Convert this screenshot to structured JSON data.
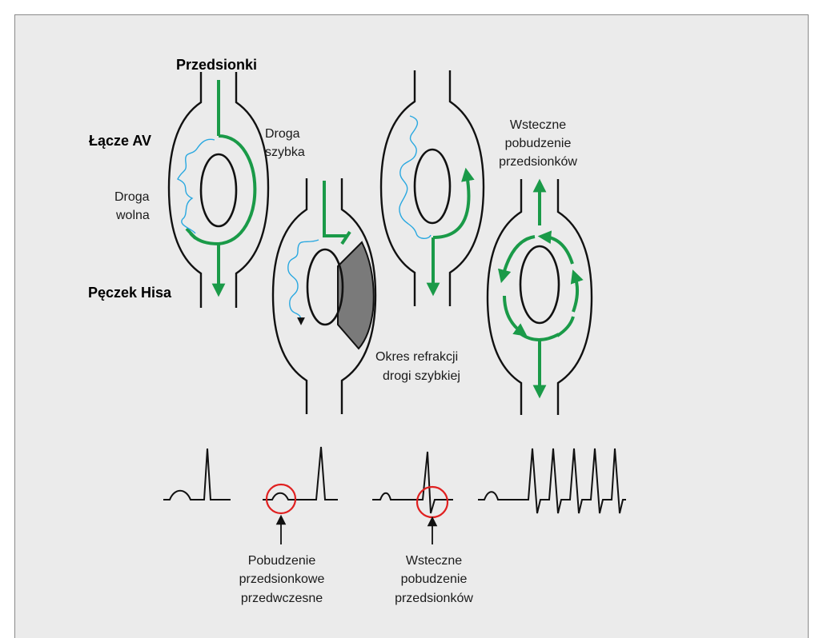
{
  "labels": {
    "przedsionki": "Przedsionki",
    "lacze_av": "Łącze AV",
    "droga_szybka_1": "Droga",
    "droga_szybka_2": "szybka",
    "droga_wolna_1": "Droga",
    "droga_wolna_2": "wolna",
    "peczek_hisa": "Pęczek Hisa",
    "okres_refrakcji_1": "Okres refrakcji",
    "okres_refrakcji_2": "drogi szybkiej",
    "wsteczne_top_1": "Wsteczne",
    "wsteczne_top_2": "pobudzenie",
    "wsteczne_top_3": "przedsionków",
    "pobudzenie_1": "Pobudzenie",
    "pobudzenie_2": "przedsionkowe",
    "pobudzenie_3": "przedwczesne",
    "wsteczne_bottom_1": "Wsteczne",
    "wsteczne_bottom_2": "pobudzenie",
    "wsteczne_bottom_3": "przedsionków"
  },
  "colors": {
    "panel_bg": "#ebebeb",
    "fast_pathway": "#1a9a48",
    "slow_pathway": "#29a8e0",
    "refractory_region": "#7a7a7a",
    "highlight_circle": "#e02020",
    "outline": "#111111"
  }
}
